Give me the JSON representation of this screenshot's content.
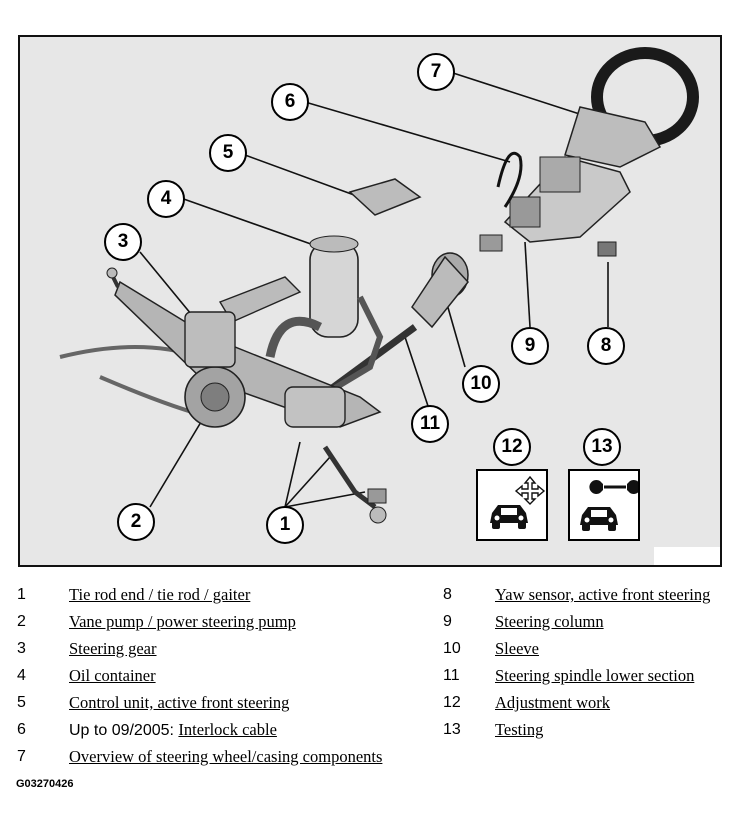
{
  "callouts": [
    "1",
    "2",
    "3",
    "4",
    "5",
    "6",
    "7",
    "8",
    "9",
    "10",
    "11",
    "12",
    "13"
  ],
  "icons": {
    "adjustment": "car-with-adjust-arrows-icon",
    "testing": "car-with-wrench-icon"
  },
  "legend": [
    {
      "num": "1",
      "prefix": "",
      "text": "Tie rod end / tie rod / gaiter"
    },
    {
      "num": "2",
      "prefix": "",
      "text": "Vane pump / power steering pump"
    },
    {
      "num": "3",
      "prefix": "",
      "text": "Steering gear"
    },
    {
      "num": "4",
      "prefix": "",
      "text": "Oil container"
    },
    {
      "num": "5",
      "prefix": "",
      "text": "Control unit, active front steering"
    },
    {
      "num": "6",
      "prefix": "Up to 09/2005: ",
      "text": "Interlock cable"
    },
    {
      "num": "7",
      "prefix": "",
      "text": "Overview of steering wheel/casing components"
    },
    {
      "num": "8",
      "prefix": "",
      "text": "Yaw sensor, active front steering"
    },
    {
      "num": "9",
      "prefix": "",
      "text": "Steering column"
    },
    {
      "num": "10",
      "prefix": "",
      "text": "Sleeve"
    },
    {
      "num": "11",
      "prefix": "",
      "text": "Steering spindle lower section"
    },
    {
      "num": "12",
      "prefix": "",
      "text": "Adjustment work"
    },
    {
      "num": "13",
      "prefix": "",
      "text": "Testing"
    }
  ],
  "figure_code": "G03270426"
}
